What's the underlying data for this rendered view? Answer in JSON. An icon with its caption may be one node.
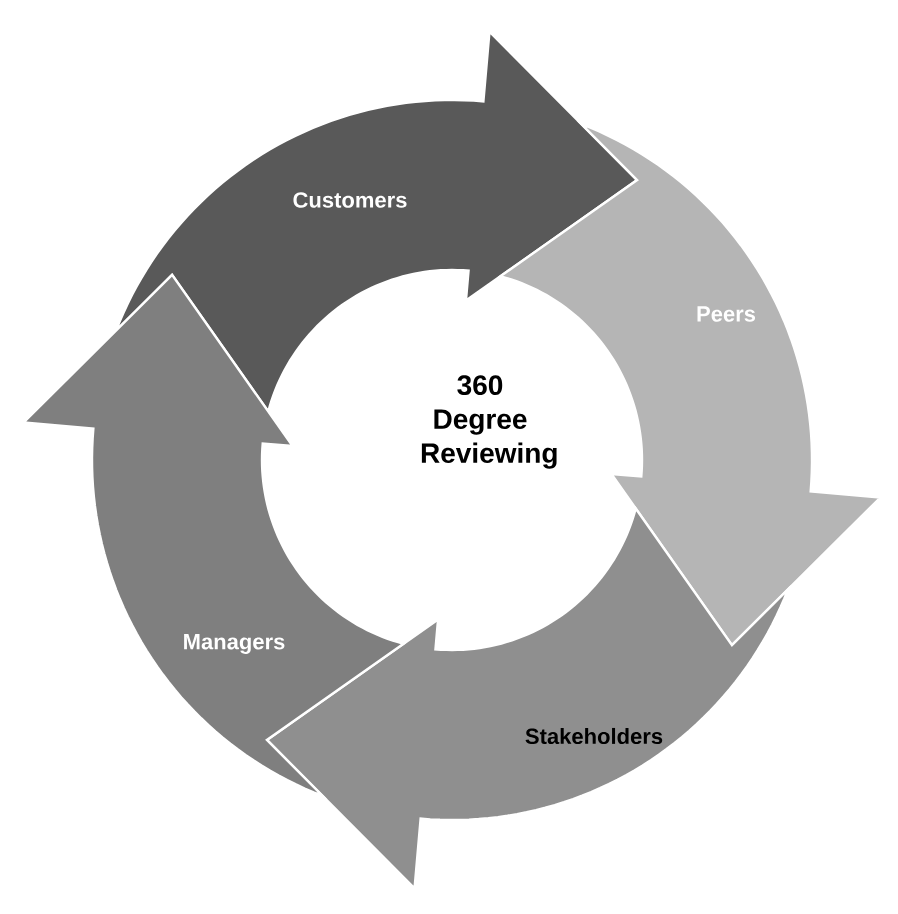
{
  "diagram": {
    "nodes": [
      {
        "text": [
          "Customers"
        ]
      },
      {
        "text": [
          "Peers"
        ]
      },
      {
        "text": [
          "Stakeholders"
        ]
      },
      {
        "text": [
          "Managers"
        ]
      }
    ],
    "labels": [
      "360 Degree Reviewing"
    ]
  }
}
